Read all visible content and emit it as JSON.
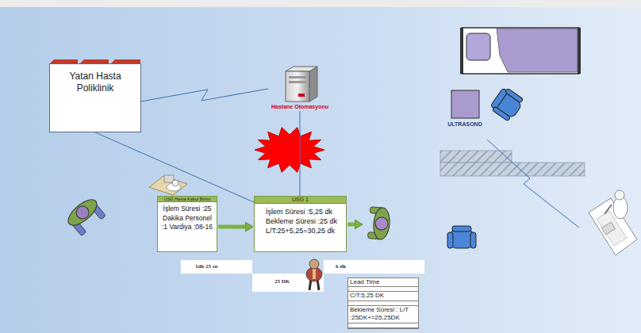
{
  "diagram": {
    "nodes": [
      {
        "text": [
          "Yatan Hasta Poliklinik"
        ]
      },
      {
        "text": [
          "Hastane Otomasyonu"
        ]
      },
      {
        "text": [
          "ULTRASOND"
        ]
      },
      {
        "text": [
          "USG Hasta Kabul Birimi",
          "İşlem Süresi :25 Dakika Personel :1 Vardiya :08-16"
        ]
      },
      {
        "text": [
          "USG 1",
          "İşlem Süresi :5,25 dk Bekleme Süresi :25 dk L/T:25+5,25=30,25 dk"
        ]
      },
      {
        "text": [
          "Lead Time",
          "C/T:5,25 DK",
          "Bekleme Süresi : L/T :25DK+=25,25DK"
        ]
      }
    ],
    "edges": [
      {
        "from": 0,
        "to": 1,
        "arrow": "none"
      },
      {
        "from": 0,
        "to": 4,
        "arrow": "none"
      },
      {
        "from": 1,
        "to": 4,
        "arrow": "none"
      },
      {
        "from": 3,
        "to": 4,
        "arrow": "to"
      }
    ],
    "labels": [
      "1dk 25 sn",
      "6 dk",
      "25 DK"
    ]
  }
}
